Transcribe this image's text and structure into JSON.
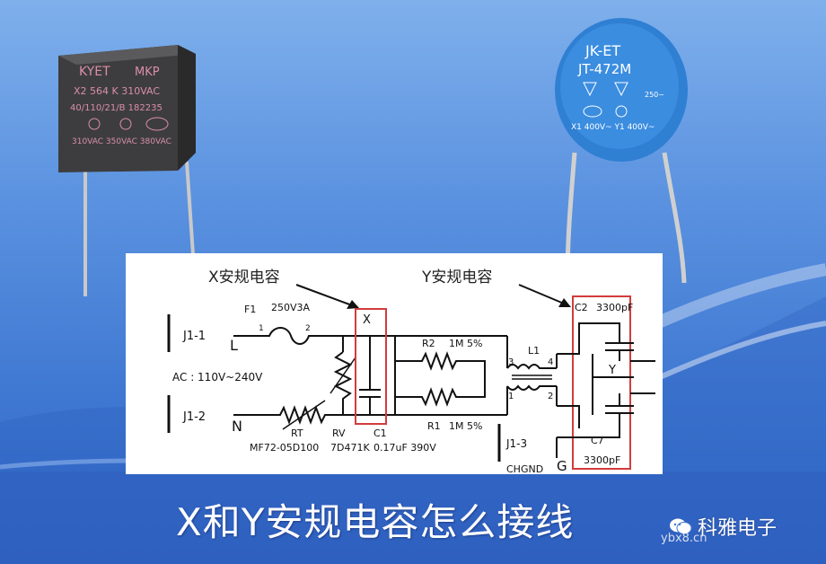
{
  "x_capacitor": {
    "brand": "KYET",
    "type": "MKP",
    "line2": "X2 564 K 310VAC",
    "line3": "40/110/21/B 182235",
    "line4": "310VAC 350VAC 380VAC"
  },
  "y_capacitor": {
    "line1": "JK-ET",
    "line2": "JT-472M",
    "small": "250~",
    "bottom": "X1 400V~ Y1 400V~"
  },
  "schematic": {
    "x_callout": "X安规电容",
    "y_callout": "Y安规电容",
    "F1": "F1",
    "fuse_rating": "250V3A",
    "J1_1": "J1-1",
    "J1_2": "J1-2",
    "J1_3": "J1-3",
    "L": "L",
    "N": "N",
    "G": "G",
    "ac_label": "AC : 110V~240V",
    "pin1": "1",
    "pin2": "2",
    "X": "X",
    "Y": "Y",
    "R2": "R2",
    "R2_val": "1M  5%",
    "R1": "R1",
    "R1_val": "1M  5%",
    "L1": "L1",
    "p3": "3",
    "p4": "4",
    "p1b": "1",
    "p2b": "2",
    "C2": "C2",
    "C2_val": "3300pF",
    "C7": "C7",
    "C7_val": "3300pF",
    "RT": "RT",
    "RT_part": "MF72-05D100",
    "RV": "RV",
    "RV_part": "7D471K",
    "C1": "C1",
    "C1_val": "0.17uF 390V",
    "chgnd": "CHGND"
  },
  "title": "X和Y安规电容怎么接线",
  "brand": "科雅电子",
  "watermark": "ybx8.cn",
  "colors": {
    "callout_red": "#d23c3c",
    "bg_blue": "#3f78d2",
    "x_cap_body": "#3d3d3f",
    "y_cap_body": "#2f7fd3"
  }
}
